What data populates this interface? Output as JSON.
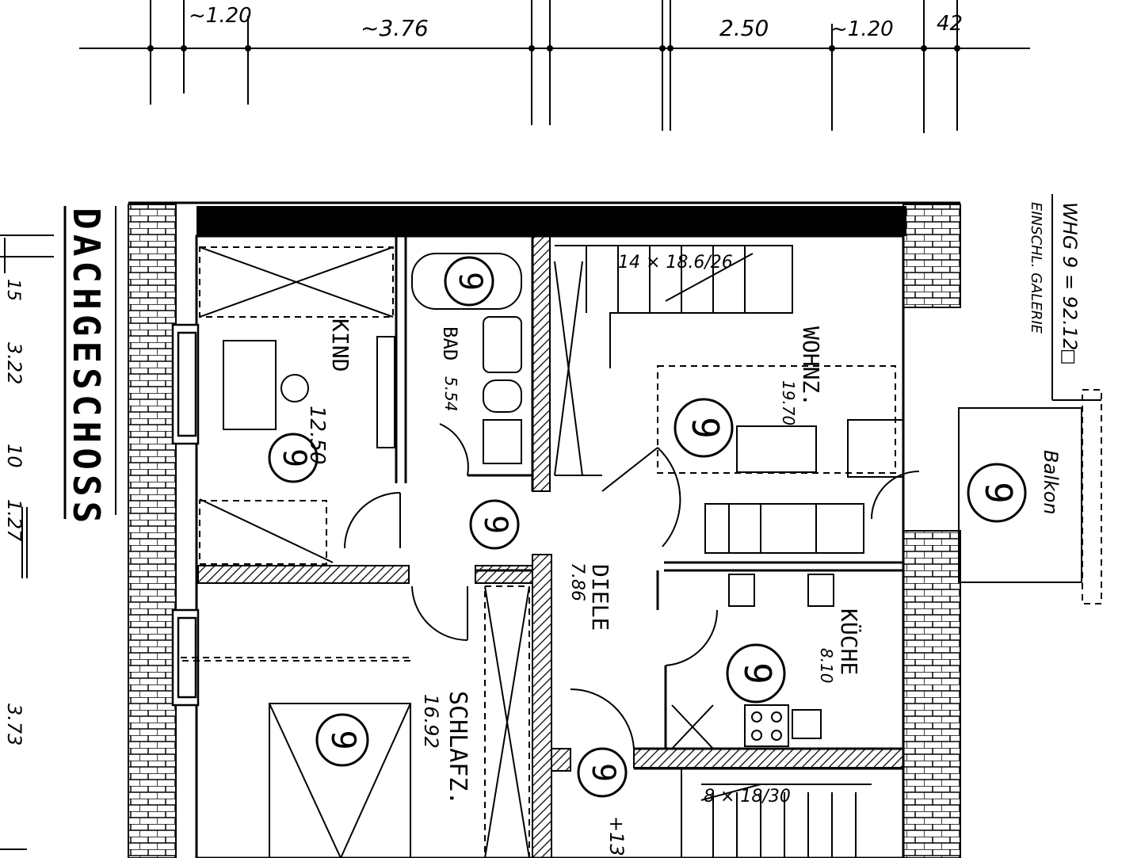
{
  "sheet": {
    "title": "DACHGESCHOSS",
    "unit_summary_line1": "WHG 9 = 92.12",
    "unit_summary_unit": "□",
    "unit_summary_line2": "EINSCHL. GALERIE"
  },
  "top_dimensions": [
    "~1.20",
    "~3.76",
    "2.50",
    "~1.20",
    "42"
  ],
  "left_dimensions": [
    "15",
    "3.22",
    "10",
    "1.27",
    "3.73"
  ],
  "rooms": {
    "kind": {
      "name": "KIND",
      "area": "12.50"
    },
    "bad": {
      "name": "BAD",
      "area": "5.54"
    },
    "wohnz": {
      "name": "WOHNZ.",
      "area": "19.70"
    },
    "diele": {
      "name": "DIELE",
      "area": "7.86"
    },
    "kueche": {
      "name": "KÜCHE",
      "area": "8.10"
    },
    "schlafz": {
      "name": "SCHLAFZ.",
      "area": "16.92"
    },
    "balkon": {
      "name": "Balkon"
    }
  },
  "unit_marker": "9",
  "stairs": {
    "upper": "14 × 18.6/26",
    "lower": "8 × 18/30",
    "level": "+13"
  },
  "colors": {
    "ink": "#000000",
    "paper": "#ffffff"
  }
}
